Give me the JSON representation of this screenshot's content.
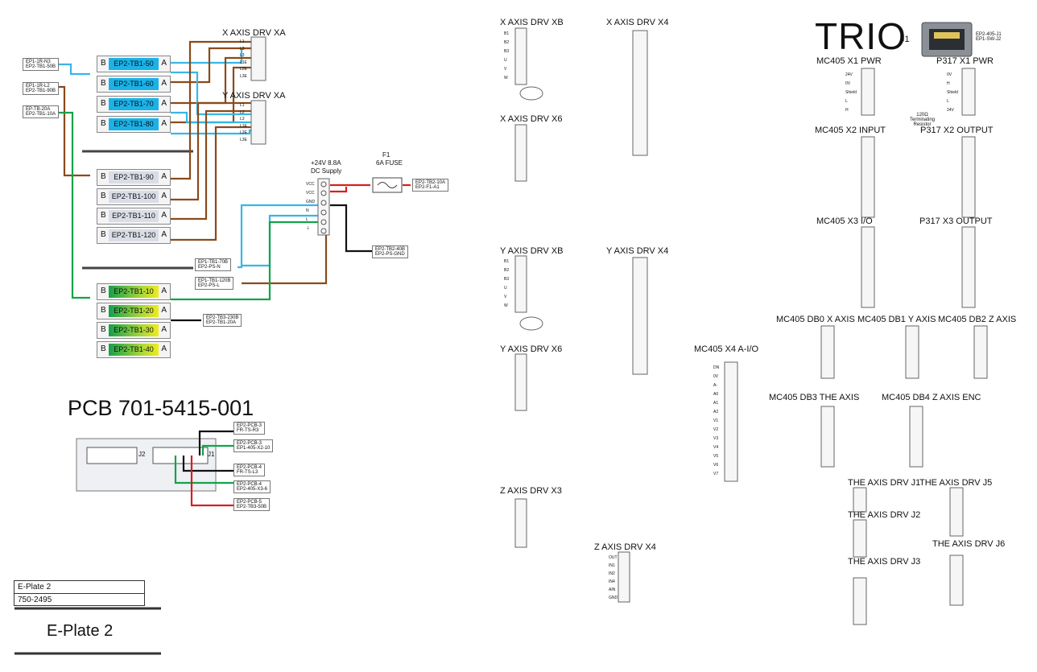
{
  "brand": {
    "title": "TRIO",
    "connector": "J1"
  },
  "rj45_label": "EP2-405-J1\nEP1-SW-J2",
  "sections": {
    "x_drv_xa": "X AXIS DRV XA",
    "y_drv_xa": "Y AXIS DRV XA",
    "x_drv_xb": "X AXIS DRV XB",
    "x_drv_x4": "X AXIS DRV X4",
    "x_drv_x6": "X AXIS DRV X6",
    "y_drv_xb": "Y AXIS DRV XB",
    "y_drv_x4": "Y AXIS DRV X4",
    "y_drv_x6": "Y AXIS DRV X6",
    "z_drv_x3": "Z AXIS DRV X3",
    "z_drv_x4": "Z AXIS DRV X4",
    "mc405_x1": "MC405 X1 PWR",
    "p317_x1": "P317 X1 PWR",
    "mc405_x2": "MC405 X2 INPUT",
    "p317_x2": "P317 X2 OUTPUT",
    "mc405_x3": "MC405 X3 I/O",
    "p317_x3": "P317 X3 OUTPUT",
    "mc405_x4": "MC405 X4 A-I/O",
    "db0": "MC405 DB0 X AXIS",
    "db1": "MC405 DB1 Y AXIS",
    "db2": "MC405 DB2 Z AXIS",
    "db3": "MC405 DB3 THE AXIS",
    "db4": "MC405 DB4 Z AXIS ENC",
    "the_j1": "THE AXIS DRV J1",
    "the_j2": "THE AXIS DRV J2",
    "the_j3": "THE AXIS DRV J3",
    "the_j5": "THE AXIS DRV J5",
    "the_j6": "THE AXIS DRV J6"
  },
  "power": {
    "supply_line1": "+24V 8.8A",
    "supply_line2": "DC Supply",
    "fuse_line1": "F1",
    "fuse_line2": "6A FUSE",
    "resistor": "120Ω\nTerminating\nResistor"
  },
  "terminal_blocks": [
    {
      "label": "EP2-TB1-50",
      "style": "blue"
    },
    {
      "label": "EP2-TB1-60",
      "style": "blue"
    },
    {
      "label": "EP2-TB1-70",
      "style": "blue"
    },
    {
      "label": "EP2-TB1-80",
      "style": "blue"
    },
    {
      "label": "EP2-TB1-90",
      "style": "grey"
    },
    {
      "label": "EP2-TB1-100",
      "style": "grey"
    },
    {
      "label": "EP2-TB1-110",
      "style": "grey"
    },
    {
      "label": "EP2-TB1-120",
      "style": "grey"
    },
    {
      "label": "EP2-TB1-10",
      "style": "green"
    },
    {
      "label": "EP2-TB1-20",
      "style": "green"
    },
    {
      "label": "EP2-TB1-30",
      "style": "green"
    },
    {
      "label": "EP2-TB1-40",
      "style": "green"
    }
  ],
  "tb_side_b": "B",
  "tb_side_a": "A",
  "pcb": {
    "title": "PCB 701-5415-001",
    "j2": "J2",
    "j1": "J1"
  },
  "title_block": {
    "row1": "E-Plate 2",
    "row2": "750-2495",
    "caption": "E-Plate 2"
  },
  "wire_labels": {
    "tb_in_1": "EP1-1R-N3\nEP2-TB1-50B",
    "tb_in_2": "EP1-1R-L2\nEP2-TB1-90B",
    "tb_in_3": "EP-TB-20A\nEP2-TB1-10A",
    "psn": "EP1-TB1-70B\nEP2-PS-N",
    "psl": "EP1-TB1-120B\nEP2-PS-L",
    "tb_out": "EP2-TB3-230B\nEP2-TB1-20A",
    "fuse_out": "EP2-TB2-10A\nEP2-F1-A1",
    "gnd_out": "EP2-TB2-40B\nEP2-PS-GND",
    "pcb_1": "EP2-PCB-3\nFR-TS-R3",
    "pcb_2": "EP2-PCB-3\nEP1-405-X2-10",
    "pcb_3": "EP2-PCB-4\nFR-TS-L3",
    "pcb_4": "EP2-PCB-4\nEP2-405-X3-6",
    "pcb_5": "EP2-PCB-5\nEP2-TB3-50B"
  },
  "pin_labels": {
    "xa": [
      "L1",
      "L2",
      "L3",
      "L1E",
      "L2E",
      "L3E"
    ],
    "xb": [
      "B1",
      "B2",
      "B3",
      "U",
      "V",
      "W"
    ],
    "ps": [
      "VCC",
      "VCC",
      "GND",
      "N",
      "L",
      "⏚"
    ],
    "mc405_x1": [
      "24V",
      "0V",
      "Shield",
      "L",
      "H"
    ],
    "p317_x1": [
      "0V",
      "H",
      "Shield",
      "L",
      "24V"
    ],
    "z_x4": [
      "OUT",
      "IN1",
      "IN2",
      "IN4",
      "AIN",
      "GND"
    ]
  },
  "x4_pins": [
    "DN",
    "0V",
    "A-",
    "A0",
    "A1",
    "A2",
    "V1",
    "V2",
    "V3",
    "V4",
    "V5",
    "V6",
    "V7"
  ]
}
